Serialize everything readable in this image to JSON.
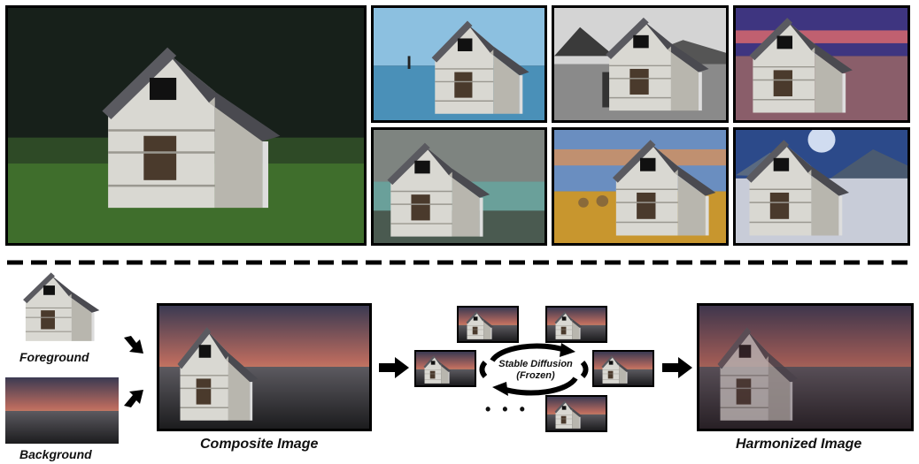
{
  "captions": {
    "foreground": "Foreground",
    "background": "Background",
    "composite": "Composite Image",
    "harmonized": "Harmonized Image"
  },
  "diffusion": {
    "line1": "Stable Diffusion",
    "line2": "(Frozen)",
    "ellipsis": "• • •"
  },
  "colors": {
    "frame": "#000000",
    "arrow": "#000000",
    "dash": "#000000"
  }
}
